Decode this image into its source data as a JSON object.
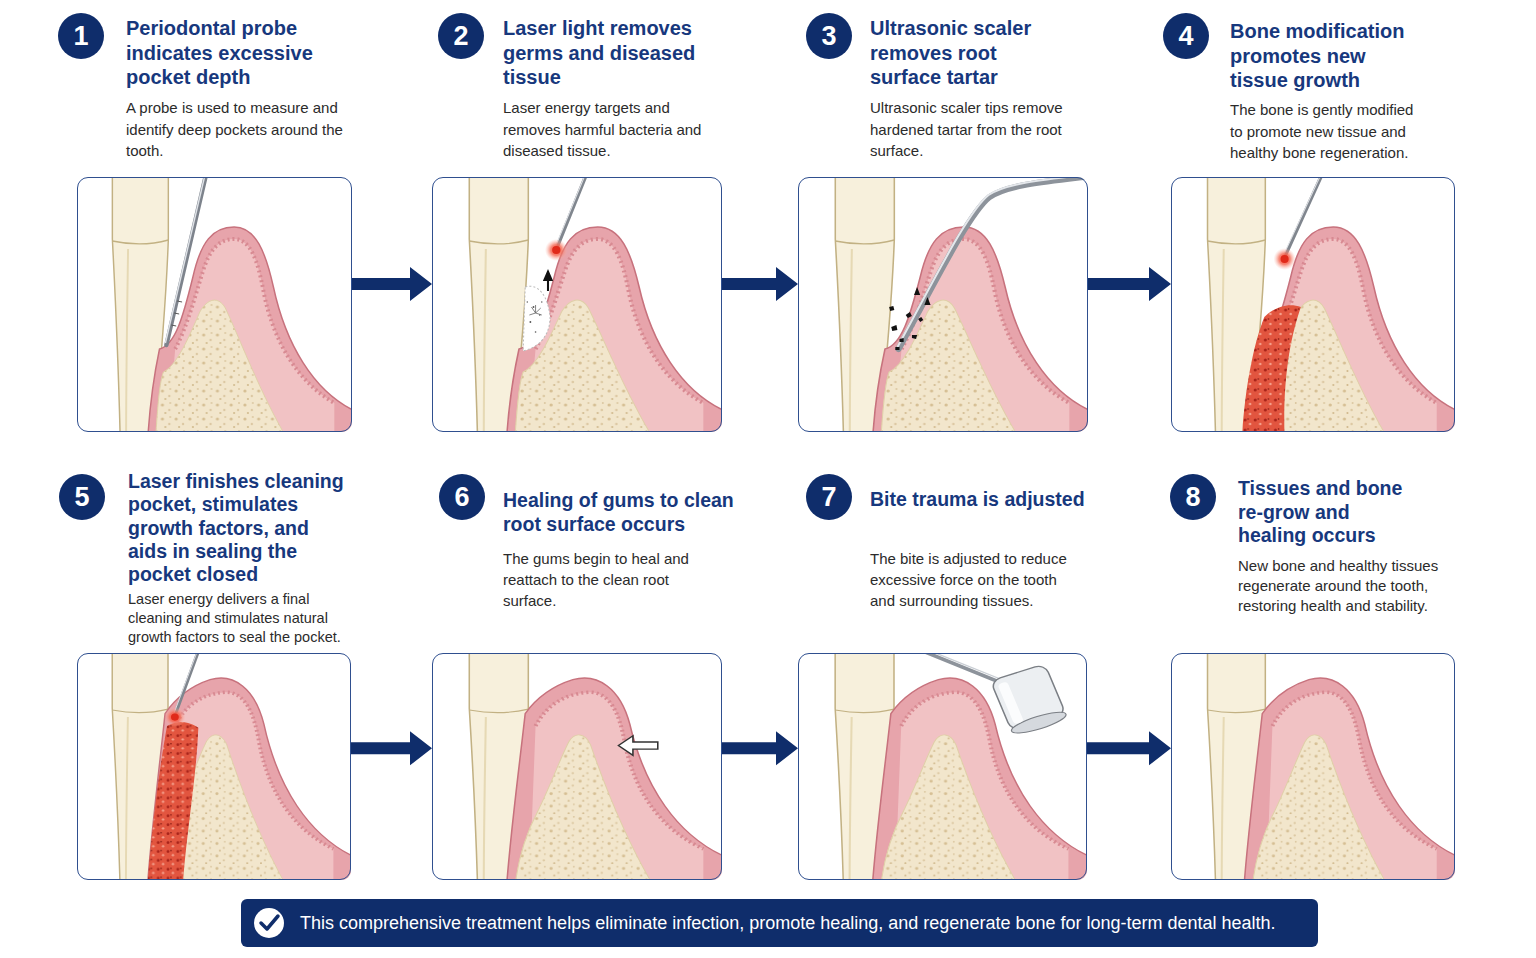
{
  "diagram": {
    "nodes": [
      {
        "text": [
          "1"
        ]
      },
      {
        "text": [
          "Periodontal probe indicates excessive pocket depth",
          "A probe is used to measure and identify deep pockets around the tooth."
        ]
      },
      {
        "text": [
          "2"
        ]
      },
      {
        "text": [
          "Laser light removes germs and diseased tissue",
          "Laser energy targets and removes harmful bacteria and diseased tissue."
        ]
      },
      {
        "text": [
          "3"
        ]
      },
      {
        "text": [
          "Ultrasonic scaler removes root surface tartar",
          "Ultrasonic scaler tips remove hardened tartar from the root surface."
        ]
      },
      {
        "text": [
          "4"
        ]
      },
      {
        "text": [
          "Bone modification promotes new tissue growth",
          "The bone is gently modified to promote new tissue and healthy bone regeneration."
        ]
      },
      {
        "text": [
          "5"
        ]
      },
      {
        "text": [
          "Laser finishes cleaning pocket, stimulates growth factors, and aids in sealing the pocket closed",
          "Laser energy delivers a final cleaning and stimulates natural growth factors to seal the pocket."
        ]
      },
      {
        "text": [
          "6"
        ]
      },
      {
        "text": [
          "Healing of gums to clean root surface occurs",
          "The gums begin to heal and reattach to the clean root surface."
        ]
      },
      {
        "text": [
          "7"
        ]
      },
      {
        "text": [
          "Bite trauma is adjusted",
          "The bite is adjusted to reduce excessive force on the tooth and surrounding tissues."
        ]
      },
      {
        "text": [
          "8"
        ]
      },
      {
        "text": [
          "Tissues and bone re-grow and healing occurs",
          "New bone and healthy tissues regenerate around the tooth, restoring health and stability."
        ]
      },
      {
        "text": [
          "This comprehensive treatment helps eliminate infection, promote healing, and regenerate bone for long-term dental health."
        ]
      }
    ],
    "edges": [
      {
        "from": 1,
        "to": 3,
        "arrow": "to"
      },
      {
        "from": 3,
        "to": 5,
        "arrow": "to"
      },
      {
        "from": 5,
        "to": 7,
        "arrow": "to"
      },
      {
        "from": 9,
        "to": 11,
        "arrow": "to"
      },
      {
        "from": 11,
        "to": 13,
        "arrow": "to"
      },
      {
        "from": 13,
        "to": 15,
        "arrow": "to"
      }
    ]
  }
}
